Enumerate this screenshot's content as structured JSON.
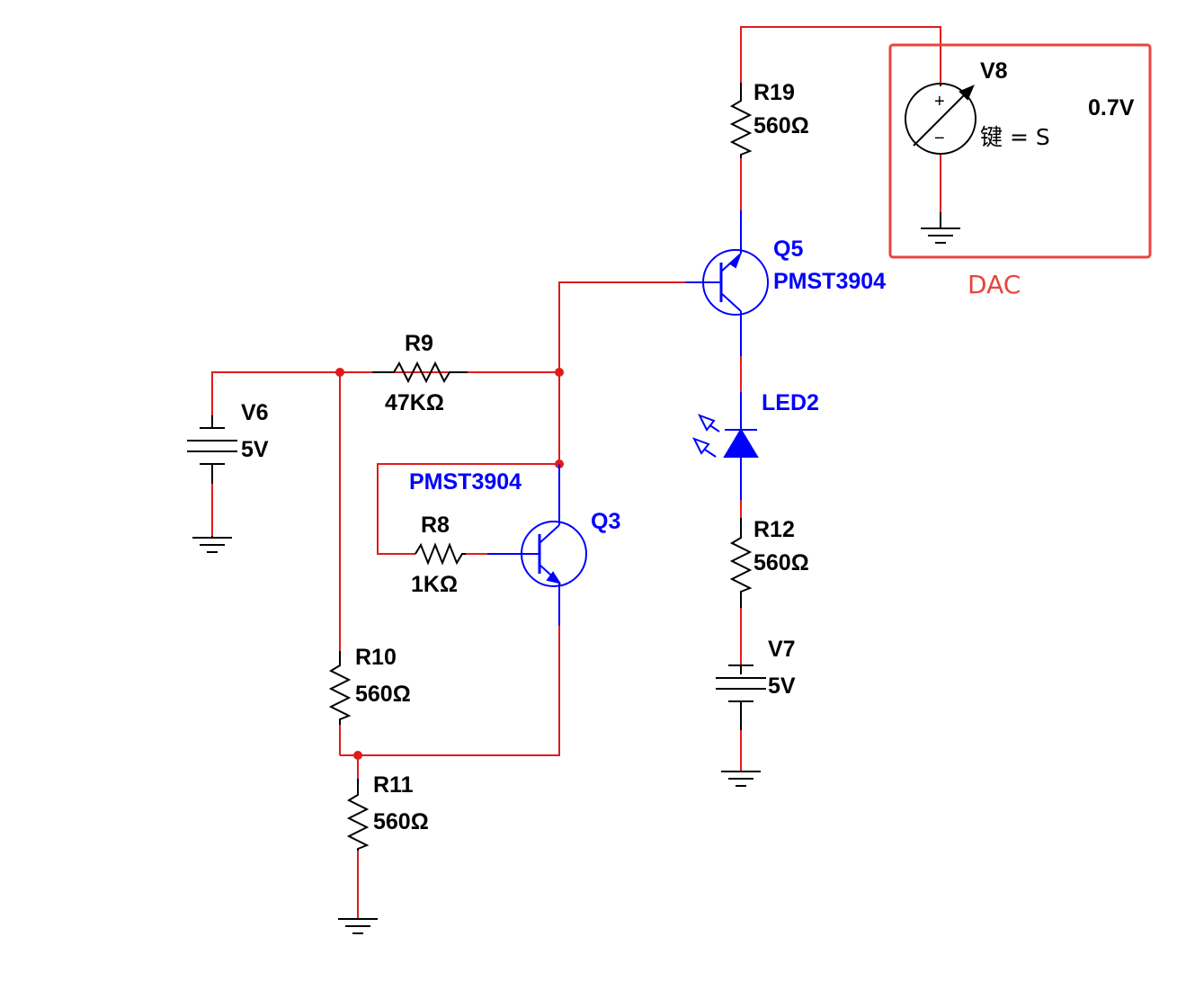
{
  "colors": {
    "wire": "#e01b1b",
    "component": "#000000",
    "semiconductor": "#0000ff",
    "dac_box": "#e8453c",
    "background": "#ffffff"
  },
  "components": {
    "v6": {
      "name": "V6",
      "value": "5V"
    },
    "v7": {
      "name": "V7",
      "value": "5V"
    },
    "v8": {
      "name": "V8",
      "key_label": "键 = S",
      "value": "0.7V",
      "plus": "+",
      "minus": "−"
    },
    "r8": {
      "name": "R8",
      "value": "1KΩ"
    },
    "r9": {
      "name": "R9",
      "value": "47KΩ"
    },
    "r10": {
      "name": "R10",
      "value": "560Ω"
    },
    "r11": {
      "name": "R11",
      "value": "560Ω"
    },
    "r12": {
      "name": "R12",
      "value": "560Ω"
    },
    "r19": {
      "name": "R19",
      "value": "560Ω"
    },
    "q3": {
      "name": "Q3",
      "model": "PMST3904"
    },
    "q5": {
      "name": "Q5",
      "model": "PMST3904"
    },
    "led2": {
      "name": "LED2"
    }
  },
  "annotations": {
    "dac_label": "DAC"
  }
}
